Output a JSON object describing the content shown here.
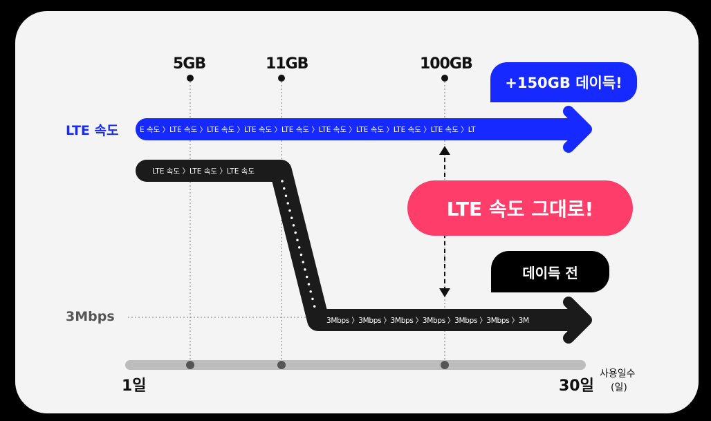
{
  "markers": [
    "5GB",
    "11GB",
    "100GB"
  ],
  "y_labels": {
    "lte": "LTE 속도",
    "slow": "3Mbps"
  },
  "x_axis": {
    "start": "1일",
    "end": "30일",
    "title_line1": "사용일수",
    "title_line2": "(일)"
  },
  "after_arrow_text": "E 속도 〉LTE 속도 〉LTE 속도 〉LTE 속도 〉LTE 속도 〉LTE 속도 〉LTE 속도 〉LTE 속도 〉LTE 속도 〉LT",
  "before_top_text": "LTE 속도 〉LTE 속도 〉LTE 속도",
  "before_bottom_text": "3Mbps 〉3Mbps 〉3Mbps 〉3Mbps 〉3Mbps 〉3Mbps 〉3M",
  "bubbles": {
    "plus": "+150GB 데이득!",
    "keep": "LTE 속도 그대로!",
    "before": "데이득 전"
  },
  "colors": {
    "blue": "#1629ff",
    "pink": "#ff3d6a",
    "dark": "#1b1b1b",
    "axis": "#bdbdbd"
  }
}
